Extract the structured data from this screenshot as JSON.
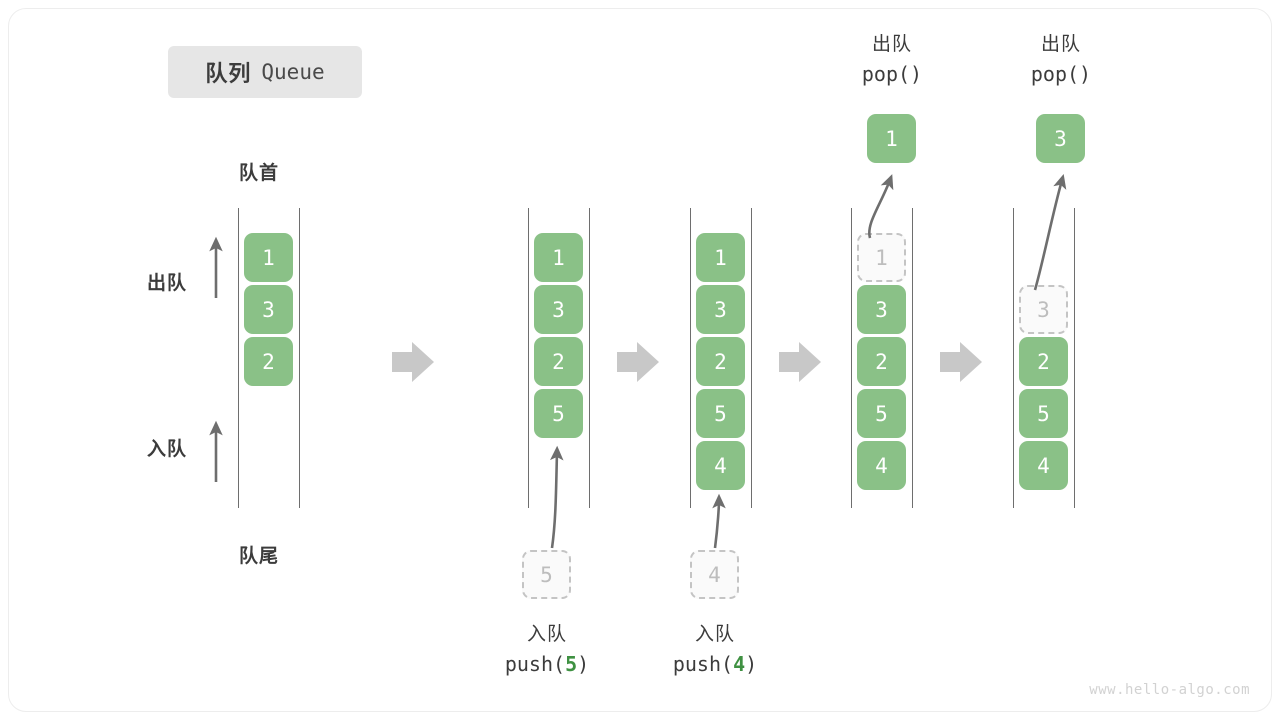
{
  "title": {
    "cn": "队列",
    "en": "Queue"
  },
  "labels": {
    "head": "队首",
    "tail": "队尾",
    "dequeue_arrow": "出队",
    "enqueue_arrow": "入队"
  },
  "colors": {
    "element": "#8ac187",
    "element_text": "#ffffff",
    "ghost_border": "#c4c4c4",
    "ghost_text": "#bdbdbd",
    "rail": "#6e6e6e",
    "arrow": "#6e6e6e",
    "separator": "#c8c8c8",
    "text": "#3c3c3c",
    "accent": "#3f9142",
    "badge_bg": "#e6e6e6",
    "watermark": "#d2d2d2"
  },
  "operations": {
    "push5": {
      "cn": "入队",
      "code_prefix": "push(",
      "arg": "5",
      "code_suffix": ")"
    },
    "push4": {
      "cn": "入队",
      "code_prefix": "push(",
      "arg": "4",
      "code_suffix": ")"
    },
    "pop1": {
      "cn": "出队",
      "code": "pop()"
    },
    "pop2": {
      "cn": "出队",
      "code": "pop()"
    }
  },
  "stages": [
    {
      "name": "initial",
      "cells": [
        {
          "value": "1",
          "state": "solid"
        },
        {
          "value": "3",
          "state": "solid"
        },
        {
          "value": "2",
          "state": "solid"
        }
      ]
    },
    {
      "name": "after-push-5",
      "cells": [
        {
          "value": "1",
          "state": "solid"
        },
        {
          "value": "3",
          "state": "solid"
        },
        {
          "value": "2",
          "state": "solid"
        },
        {
          "value": "5",
          "state": "solid"
        }
      ],
      "incoming": {
        "value": "5",
        "state": "ghost"
      }
    },
    {
      "name": "after-push-4",
      "cells": [
        {
          "value": "1",
          "state": "solid"
        },
        {
          "value": "3",
          "state": "solid"
        },
        {
          "value": "2",
          "state": "solid"
        },
        {
          "value": "5",
          "state": "solid"
        },
        {
          "value": "4",
          "state": "solid"
        }
      ],
      "incoming": {
        "value": "4",
        "state": "ghost"
      }
    },
    {
      "name": "after-pop-1",
      "cells": [
        {
          "value": "1",
          "state": "ghost"
        },
        {
          "value": "3",
          "state": "solid"
        },
        {
          "value": "2",
          "state": "solid"
        },
        {
          "value": "5",
          "state": "solid"
        },
        {
          "value": "4",
          "state": "solid"
        }
      ],
      "outgoing": {
        "value": "1",
        "state": "solid"
      }
    },
    {
      "name": "after-pop-3",
      "cells": [
        {
          "value": "",
          "state": "empty"
        },
        {
          "value": "3",
          "state": "ghost"
        },
        {
          "value": "2",
          "state": "solid"
        },
        {
          "value": "5",
          "state": "solid"
        },
        {
          "value": "4",
          "state": "solid"
        }
      ],
      "outgoing": {
        "value": "3",
        "state": "solid"
      }
    }
  ],
  "watermark": "www.hello-algo.com"
}
